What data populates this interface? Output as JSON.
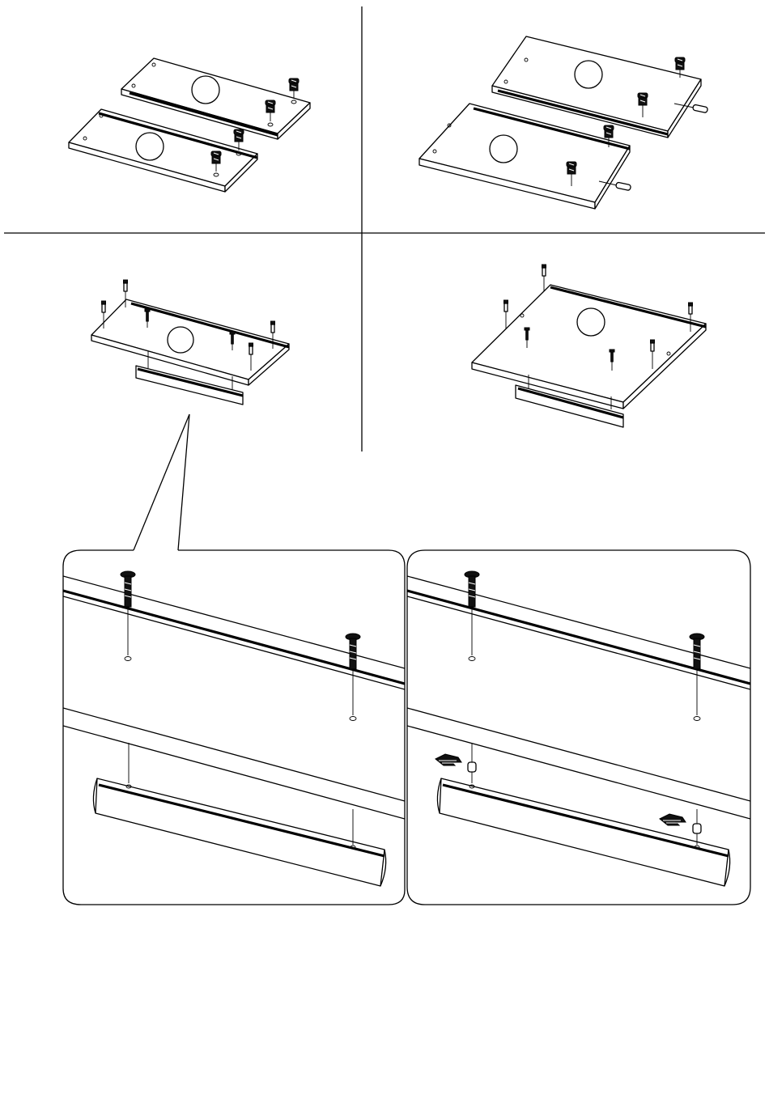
{
  "sheet": {
    "steps": [
      {
        "id": "step-a",
        "panels": 2,
        "hardware": "cam-lock",
        "dowels": false
      },
      {
        "id": "step-b",
        "panels": 2,
        "hardware": "cam-lock",
        "dowels": true
      },
      {
        "id": "step-c",
        "panels": 1,
        "hardware": "screw-and-pin",
        "handle": true
      },
      {
        "id": "step-d",
        "panels": 1,
        "hardware": "screw-and-pin",
        "handle": true
      }
    ],
    "details": [
      {
        "id": "detail-left",
        "screws": 2,
        "handle": true,
        "spacers": 0
      },
      {
        "id": "detail-right",
        "screws": 2,
        "handle": true,
        "spacers": 2,
        "hand_icons": 2
      }
    ],
    "colors": {
      "line": "#000000",
      "background": "#ffffff"
    }
  }
}
